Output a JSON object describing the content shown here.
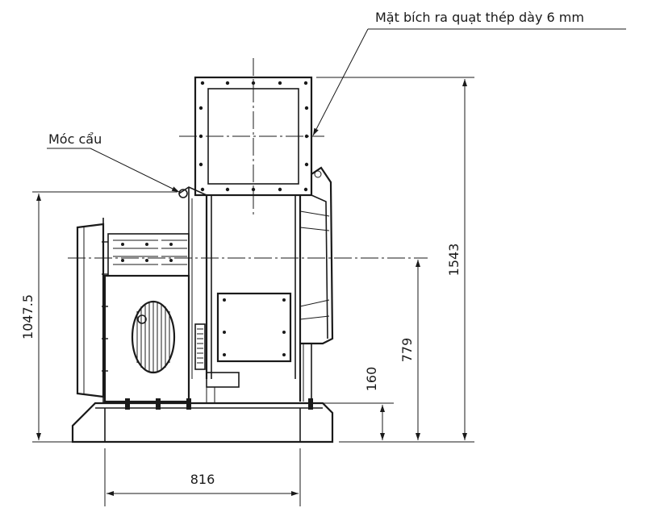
{
  "annotations": {
    "outlet_flange": "Mặt bích ra quạt thép dày 6 mm",
    "lifting_hook": "Móc cẩu"
  },
  "dimensions": {
    "overall_height": "1543",
    "hook_height": "1047.5",
    "shaft_center_height": "779",
    "base_height": "160",
    "base_width": "816"
  }
}
